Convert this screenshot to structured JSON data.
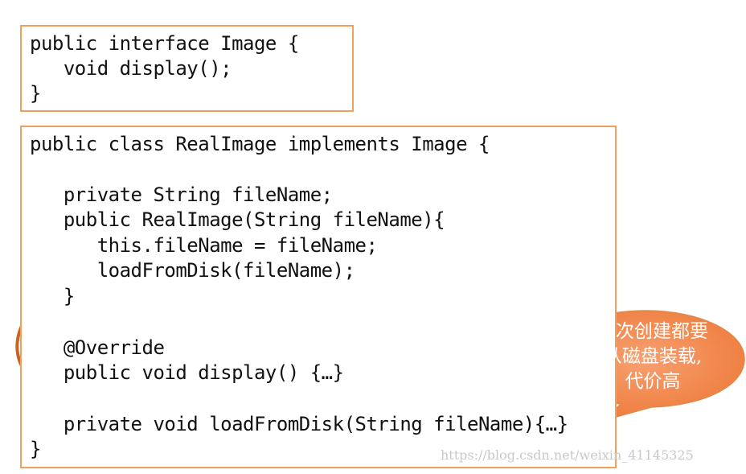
{
  "interface_code": [
    "public interface Image {",
    "   void display();",
    "}"
  ],
  "class_code": [
    "public class RealImage implements Image {",
    "",
    "   private String fileName;",
    "   public RealImage(String fileName){",
    "      this.fileName = fileName;",
    "      loadFromDisk(fileName);",
    "   }",
    "",
    "   @Override",
    "   public void display() {…}",
    "",
    "   private void loadFromDisk(String fileName){…}",
    "}"
  ],
  "callout": {
    "lines": [
      "每次创建都要",
      "从磁盘装载,",
      "代价高"
    ]
  },
  "watermark": "https://blog.csdn.net/weixin_41145325",
  "colors": {
    "box_border": "#f0a05a",
    "arrow": "#c8641e",
    "bubble_fill": "#f07d3c",
    "bubble_stroke": "#e0884a"
  }
}
